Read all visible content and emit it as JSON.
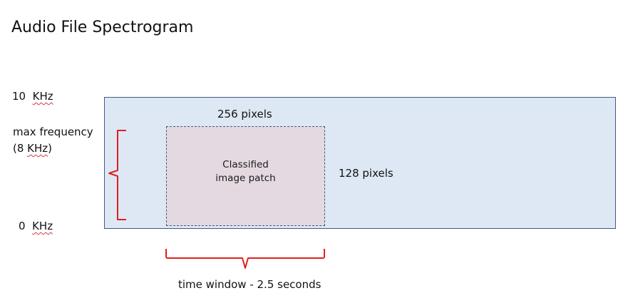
{
  "title": "Audio File Spectrogram",
  "y_axis": {
    "top_label": {
      "value": "10",
      "unit": "KHz"
    },
    "bottom_label": {
      "value": "0",
      "unit": "KHz"
    },
    "max_frequency_line1": "max frequency",
    "max_frequency_line2_pre": "(8 ",
    "max_frequency_line2_unit": "KHz",
    "max_frequency_line2_post": ")"
  },
  "patch": {
    "width_label": "256 pixels",
    "height_label": "128 pixels",
    "text_line1": "Classified",
    "text_line2": "image patch"
  },
  "time_window_label": "time window - 2.5 seconds",
  "colors": {
    "spectrogram_fill": "#dde8f4",
    "border": "#3f5a86",
    "patch_fill": "#e4d9e0",
    "bracket": "#e0201e"
  }
}
